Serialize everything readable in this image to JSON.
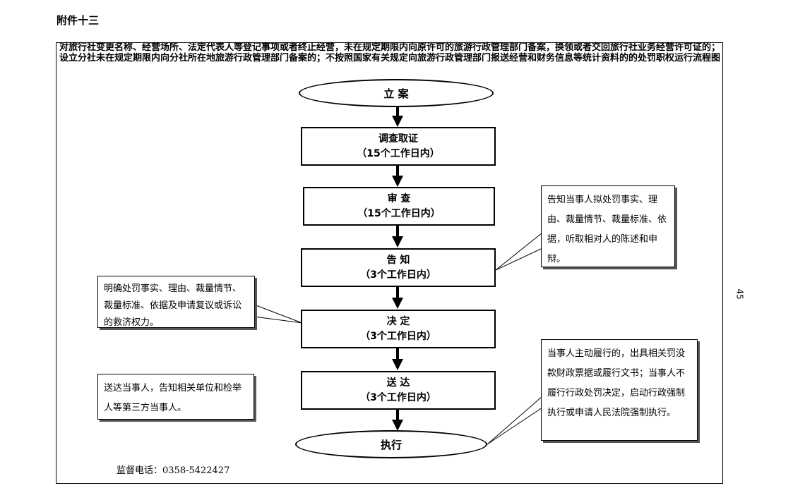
{
  "header_label": "附件十三",
  "title": "对旅行社变更名称、经营场所、法定代表人等登记事项或者终止经营，未在规定期限内向原许可的旅游行政管理部门备案，换领或者交回旅行社业务经营许可证的；设立分社未在规定期限内向分社所在地旅游行政管理部门备案的；不按照国家有关规定向旅游行政管理部门报送经营和财务信息等统计资料的的处罚职权运行流程图",
  "steps": [
    {
      "label": "立  案"
    },
    {
      "label": "调查取证",
      "duration": "（15个工作日内）"
    },
    {
      "label": "审   查",
      "duration": "（15个工作日内）"
    },
    {
      "label": "告   知",
      "duration": "（3个工作日内）"
    },
    {
      "label": "决   定",
      "duration": "（3个工作日内）"
    },
    {
      "label": "送   达",
      "duration": "（3个工作日内）"
    },
    {
      "label": "执行"
    }
  ],
  "notes": {
    "inform": "告知当事人拟处罚事实、理由、裁量情节、裁量标准、依据，听取相对人的陈述和申辩。",
    "decide": "明确处罚事实、理由、裁量情节、裁量标准、依据及申请复议或诉讼的救济权力。",
    "deliver": "送达当事人，告知相关单位和检举人等第三方当事人。",
    "execute": "当事人主动履行的，出具相关罚没款财政票据或履行文书；当事人不履行行政处罚决定，启动行政强制执行或申请人民法院强制执行。"
  },
  "contact": "监督电话：0358-5422427",
  "page_number": "45"
}
